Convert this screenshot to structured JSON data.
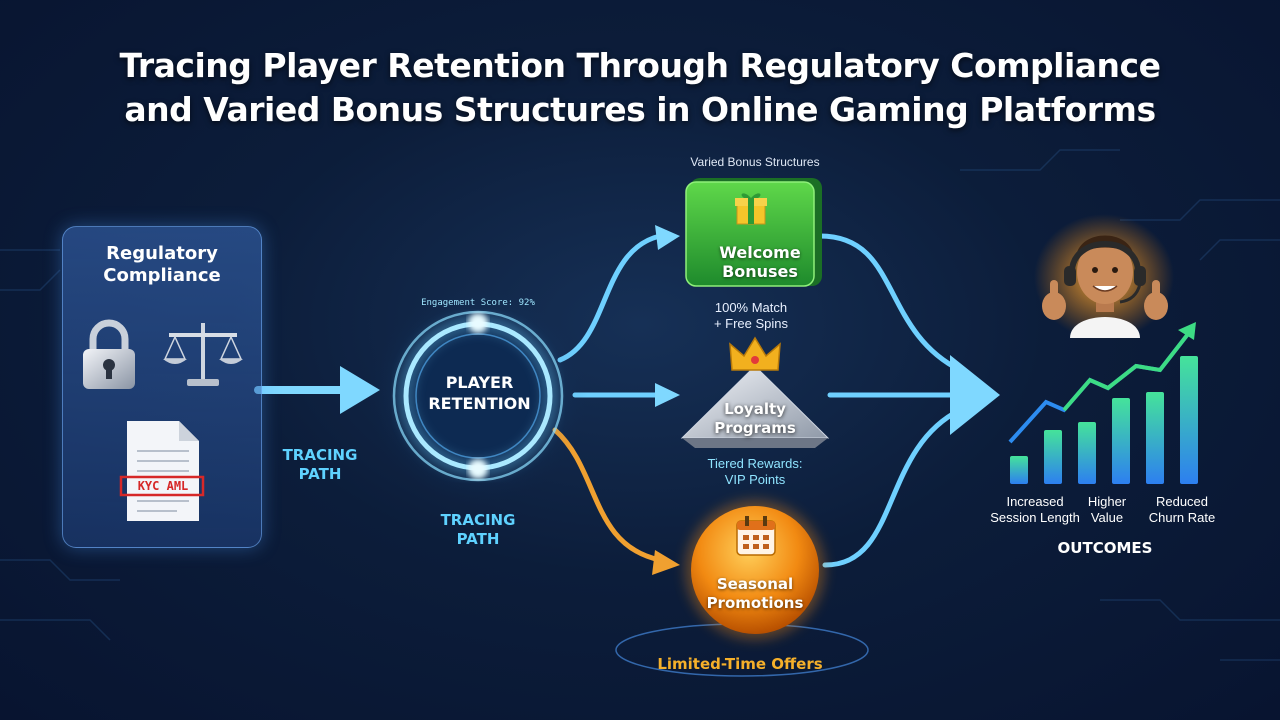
{
  "title_line1": "Tracing Player Retention Through Regulatory Compliance",
  "title_line2": "and Varied Bonus Structures in Online Gaming Platforms",
  "compliance": {
    "title_line1": "Regulatory",
    "title_line2": "Compliance",
    "stamp_text": "KYC AML"
  },
  "tracing_path_left": [
    "TRACING",
    "PATH"
  ],
  "tracing_path_center": [
    "TRACING",
    "PATH"
  ],
  "center": {
    "line1": "PLAYER",
    "line2": "RETENTION",
    "ring_text": "Engagement Score: 92%"
  },
  "bonus_header": "Varied Bonus Structures",
  "welcome": {
    "line1": "Welcome",
    "line2": "Bonuses",
    "caption1": "100% Match",
    "caption2": "+ Free Spins",
    "color": "#2fa83a"
  },
  "loyalty": {
    "line1": "Loyalty",
    "line2": "Programs",
    "caption1": "Tiered Rewards:",
    "caption2": "VIP Points"
  },
  "seasonal": {
    "line1": "Seasonal",
    "line2": "Promotions",
    "caption": "Limited-Time Offers",
    "color": "#f08a12"
  },
  "outcomes": {
    "labels": [
      [
        "Increased",
        "Session Length"
      ],
      [
        "Higher",
        "Value"
      ],
      [
        "Reduced",
        "Churn Rate"
      ]
    ],
    "title": "OUTCOMES"
  },
  "colors": {
    "flow_blue": "#6fd0ff",
    "flow_orange": "#f0a030",
    "chart_green": "#3ddc84",
    "chart_blue": "#2d8cf0"
  },
  "icons": [
    "padlock-icon",
    "scales-icon",
    "document-icon",
    "gift-icon",
    "crown-icon",
    "calendar-icon",
    "headset-avatar-icon",
    "growth-chart-icon"
  ]
}
